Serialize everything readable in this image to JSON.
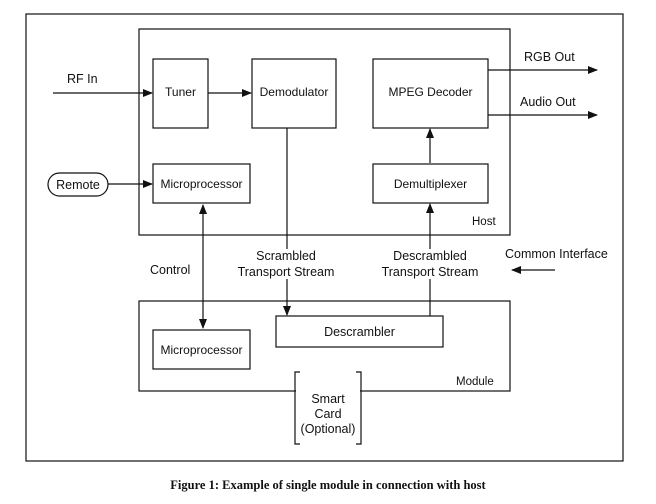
{
  "diagram": {
    "host": {
      "label": "Host",
      "tuner": "Tuner",
      "demodulator": "Demodulator",
      "mpeg_decoder": "MPEG Decoder",
      "microprocessor": "Microprocessor",
      "demultiplexer": "Demultiplexer"
    },
    "module": {
      "label": "Module",
      "microprocessor": "Microprocessor",
      "descrambler": "Descrambler"
    },
    "smart_card": {
      "line1": "Smart",
      "line2": "Card",
      "line3": "(Optional)"
    },
    "inputs": {
      "rf_in": "RF In",
      "remote": "Remote"
    },
    "outputs": {
      "rgb_out": "RGB Out",
      "audio_out": "Audio Out"
    },
    "labels": {
      "control": "Control",
      "scrambled_line1": "Scrambled",
      "scrambled_line2": "Transport Stream",
      "descrambled_line1": "Descrambled",
      "descrambled_line2": "Transport Stream",
      "common_interface": "Common Interface"
    }
  },
  "caption": "Figure 1: Example of single module in connection with host"
}
